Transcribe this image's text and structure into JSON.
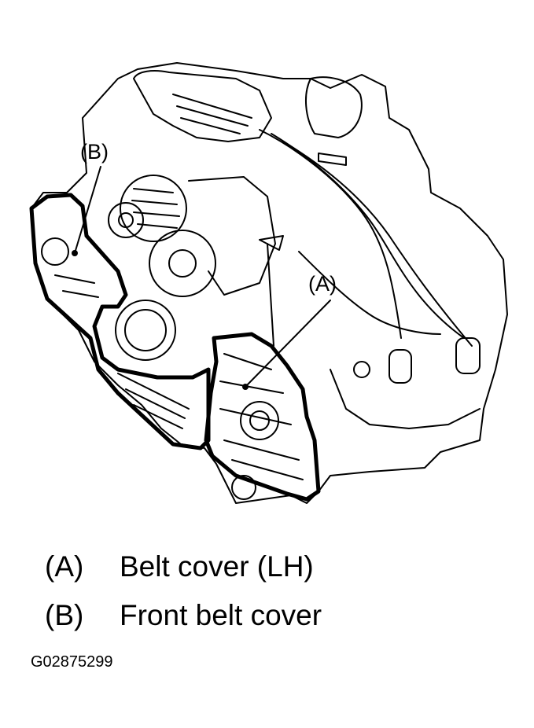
{
  "diagram": {
    "callouts": [
      {
        "id": "A",
        "text": "(A)"
      },
      {
        "id": "B",
        "text": "(B)"
      }
    ],
    "legend": [
      {
        "key": "(A)",
        "label": "Belt cover (LH)"
      },
      {
        "key": "(B)",
        "label": "Front belt cover"
      }
    ],
    "figure_id": "G02875299"
  }
}
